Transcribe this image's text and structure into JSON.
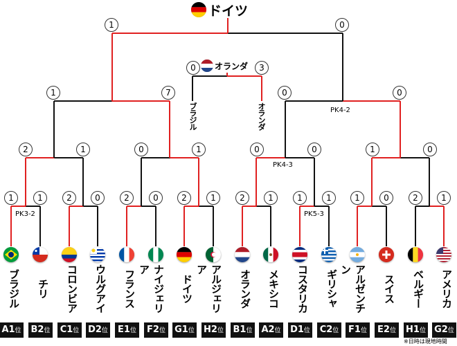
{
  "champion": {
    "name": "ドイツ",
    "flag": "germany"
  },
  "third_place": {
    "name": "オランダ",
    "flag": "netherlands",
    "left_team": "ブラジル",
    "right_team": "オランダ",
    "left_score": "0",
    "right_score": "3"
  },
  "final": {
    "left_score": "1",
    "right_score": "0"
  },
  "semifinals": [
    {
      "top_score": "1",
      "bottom_score": "7"
    },
    {
      "top_score": "0",
      "bottom_score": "0",
      "pk": "PK4-2"
    }
  ],
  "quarterfinals": [
    {
      "left": "2",
      "right": "1"
    },
    {
      "left": "0",
      "right": "1"
    },
    {
      "left": "0",
      "right": "0",
      "pk": "PK4-3"
    },
    {
      "left": "1",
      "right": "0"
    }
  ],
  "round16": [
    {
      "left": "1",
      "right": "1",
      "pk": "PK3-2"
    },
    {
      "left": "2",
      "right": "0"
    },
    {
      "left": "2",
      "right": "0"
    },
    {
      "left": "2",
      "right": "1"
    },
    {
      "left": "2",
      "right": "1"
    },
    {
      "left": "1",
      "right": "1",
      "pk": "PK5-3"
    },
    {
      "left": "1",
      "right": "0"
    },
    {
      "left": "2",
      "right": "1"
    }
  ],
  "teams": [
    {
      "name": "ブラジル",
      "seed": "A1",
      "suffix": "位",
      "flag": "brazil"
    },
    {
      "name": "チリ",
      "seed": "B2",
      "suffix": "位",
      "flag": "chile"
    },
    {
      "name": "コロンビア",
      "seed": "C1",
      "suffix": "位",
      "flag": "colombia"
    },
    {
      "name": "ウルグアイ",
      "seed": "D2",
      "suffix": "位",
      "flag": "uruguay"
    },
    {
      "name": "フランス",
      "seed": "E1",
      "suffix": "位",
      "flag": "france"
    },
    {
      "name": "ナイジェリア",
      "seed": "F2",
      "suffix": "位",
      "flag": "nigeria"
    },
    {
      "name": "ドイツ",
      "seed": "G1",
      "suffix": "位",
      "flag": "germany"
    },
    {
      "name": "アルジェリア",
      "seed": "H2",
      "suffix": "位",
      "flag": "algeria"
    },
    {
      "name": "オランダ",
      "seed": "B1",
      "suffix": "位",
      "flag": "netherlands"
    },
    {
      "name": "メキシコ",
      "seed": "A2",
      "suffix": "位",
      "flag": "mexico"
    },
    {
      "name": "コスタリカ",
      "seed": "D1",
      "suffix": "位",
      "flag": "costa-rica"
    },
    {
      "name": "ギリシャ",
      "seed": "C2",
      "suffix": "位",
      "flag": "greece"
    },
    {
      "name": "アルゼンチン",
      "seed": "F1",
      "suffix": "位",
      "flag": "argentina"
    },
    {
      "name": "スイス",
      "seed": "E2",
      "suffix": "位",
      "flag": "switzerland"
    },
    {
      "name": "ベルギー",
      "seed": "H1",
      "suffix": "位",
      "flag": "belgium"
    },
    {
      "name": "アメリカ",
      "seed": "G2",
      "suffix": "位",
      "flag": "usa"
    }
  ],
  "footnote": "※日時は現地時間",
  "colors": {
    "winner_line": "#e02020",
    "loser_line": "#111111",
    "seed_bg": "#111111"
  }
}
